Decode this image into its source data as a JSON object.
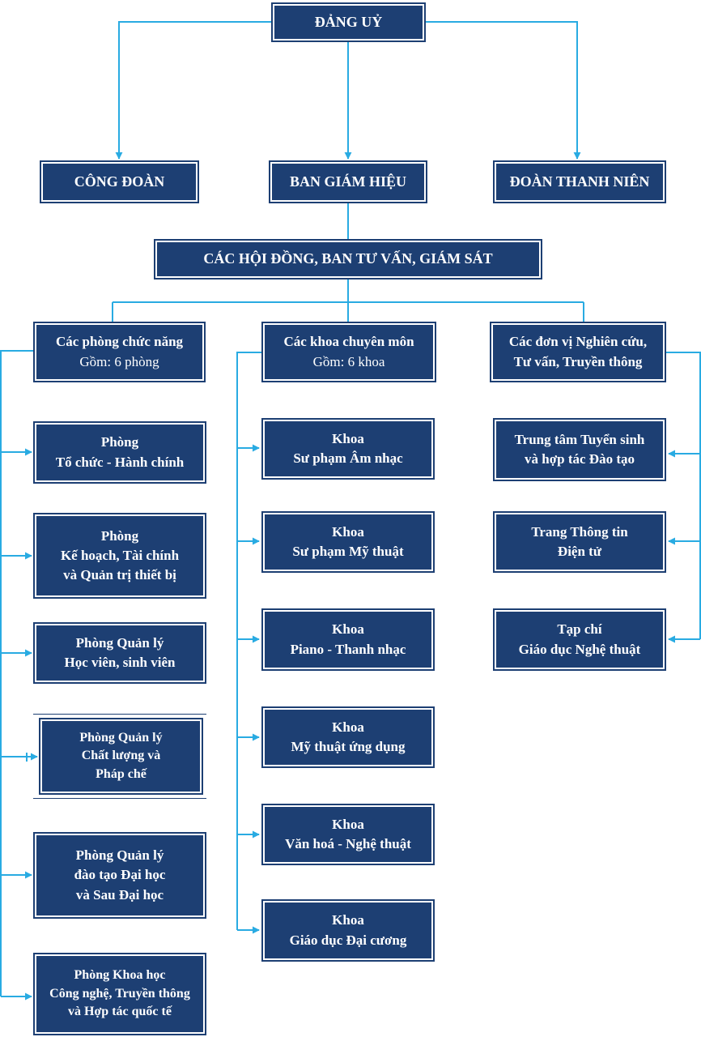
{
  "colors": {
    "box_fill": "#1d3f73",
    "connector": "#29abe2",
    "text": "#ffffff",
    "background": "#ffffff"
  },
  "top": {
    "dang_uy": [
      "ĐẢNG UỶ"
    ],
    "cong_doan": [
      "CÔNG ĐOÀN"
    ],
    "ban_giam_hieu": [
      "BAN GIÁM HIỆU"
    ],
    "doan_thanh_nien": [
      "ĐOÀN THANH NIÊN"
    ],
    "hoi_dong": [
      "CÁC HỘI ĐỒNG, BAN TƯ VẤN, GIÁM SÁT"
    ]
  },
  "groups": {
    "phong": {
      "title": "Các phòng chức năng",
      "subtitle": "Gồm: 6 phòng",
      "items": [
        [
          "Phòng",
          "Tổ chức - Hành chính"
        ],
        [
          "Phòng",
          "Kế hoạch, Tài chính",
          "và Quản trị thiết bị"
        ],
        [
          "Phòng Quản lý",
          "Học viên, sinh viên"
        ],
        [
          "Phòng Quản lý",
          "Chất lượng và",
          "Pháp chế"
        ],
        [
          "Phòng Quản lý",
          "đào tạo Đại học",
          "và Sau Đại học"
        ],
        [
          "Phòng Khoa học",
          "Công nghệ, Truyền thông",
          "và Hợp tác quốc tế"
        ]
      ]
    },
    "khoa": {
      "title": "Các khoa chuyên môn",
      "subtitle": "Gồm: 6 khoa",
      "items": [
        [
          "Khoa",
          "Sư phạm Âm nhạc"
        ],
        [
          "Khoa",
          "Sư phạm Mỹ thuật"
        ],
        [
          "Khoa",
          "Piano - Thanh nhạc"
        ],
        [
          "Khoa",
          "Mỹ thuật ứng dụng"
        ],
        [
          "Khoa",
          "Văn hoá - Nghệ thuật"
        ],
        [
          "Khoa",
          "Giáo dục Đại cương"
        ]
      ]
    },
    "donvi": {
      "title": [
        "Các đơn vị Nghiên cứu,",
        "Tư vấn, Truyền thông"
      ],
      "items": [
        [
          "Trung tâm Tuyển sinh",
          "và hợp tác Đào tạo"
        ],
        [
          "Trang Thông tin",
          "Điện tử"
        ],
        [
          "Tạp chí",
          "Giáo dục Nghệ thuật"
        ]
      ]
    }
  }
}
